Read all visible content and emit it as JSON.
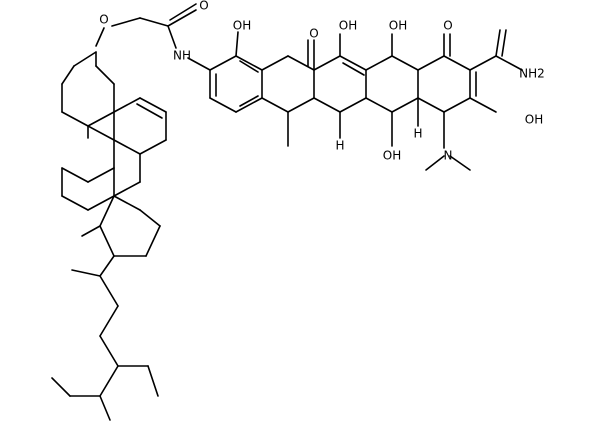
{
  "atom_labels": {
    "ether_o": "O",
    "carbonyl_o": "O",
    "nh": "NH",
    "oh1": "OH",
    "ketone_o": "O",
    "oh2": "OH",
    "oh3": "OH",
    "ketone_o2": "O",
    "nh2": "NH2",
    "oh4": "OH",
    "h1": "H",
    "h2": "H",
    "oh5": "OH",
    "n_dimethyl": "N"
  },
  "colors": {
    "bond": "#000000",
    "text": "#000000",
    "background": "#ffffff"
  }
}
